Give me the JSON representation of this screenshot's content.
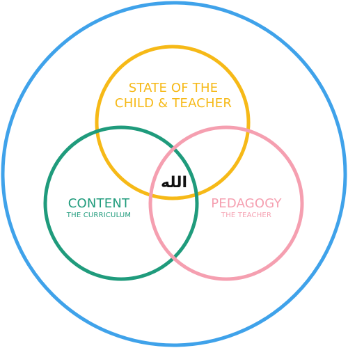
{
  "diagram": {
    "colors": {
      "outer": "#3fa2ea",
      "state": "#f6b917",
      "content": "#1f9b7c",
      "pedagogy": "#f59fb0",
      "center": "#111111"
    },
    "state": {
      "line1": "STATE OF THE",
      "line2": "CHILD & TEACHER"
    },
    "content": {
      "title": "CONTENT",
      "subtitle": "THE CURRICULUM"
    },
    "pedagogy": {
      "title": "PEDAGOGY",
      "subtitle": "THE TEACHER"
    },
    "center_text": "الله"
  }
}
